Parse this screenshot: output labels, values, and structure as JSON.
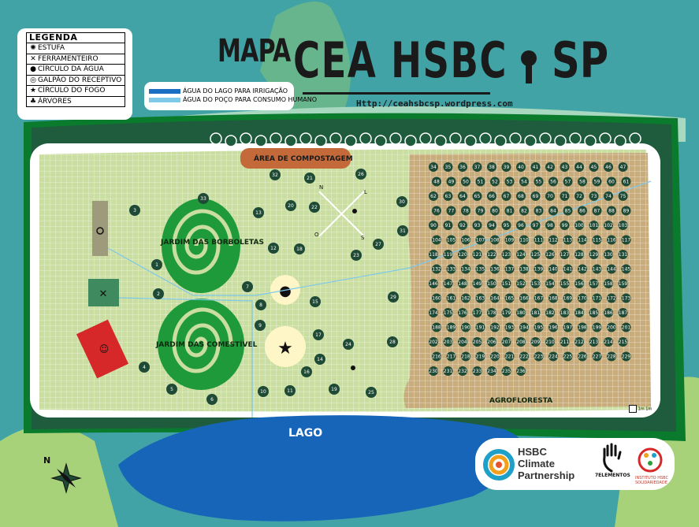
{
  "title": {
    "prefix": "MAPA",
    "main": "CEA HSBC",
    "suffix": "SP"
  },
  "url": "Http://ceahsbcsp.wordpress.com",
  "legend": {
    "title": "LEGENDA",
    "items": [
      {
        "glyph": "✺",
        "label": "ESTUFA"
      },
      {
        "glyph": "✕",
        "label": "FERRAMENTEIRO"
      },
      {
        "glyph": "●",
        "label": "CÍRCULO DA ÁGUA"
      },
      {
        "glyph": "◎",
        "label": "GALPÃO DO RECEPTIVO"
      },
      {
        "glyph": "★",
        "label": "CÍRCULO DO FOGO"
      },
      {
        "glyph": "♣",
        "label": "ÁRVORES"
      }
    ]
  },
  "water_legend": [
    {
      "label": "ÁGUA DO LAGO PARA IRRIGAÇÃO",
      "color": "#1a6fc2"
    },
    {
      "label": "ÁGUA DO POÇO PARA CONSUMO HUMANO",
      "color": "#7ec8ea"
    }
  ],
  "areas": {
    "compost": "ÁREA DE COMPOSTAGEM",
    "butterfly_garden": "JARDIM DAS BORBOLETAS",
    "edible_garden": "JARDIM DAS COMESTÍVEL",
    "agroforest": "AGROFLORESTA",
    "lake": "LAGO"
  },
  "compass": {
    "n": "N",
    "l": "L",
    "s": "S",
    "o": "O"
  },
  "north_label": "N",
  "garden_trees": [
    "1",
    "2",
    "3",
    "4",
    "5",
    "6",
    "7",
    "8",
    "9",
    "10",
    "11",
    "12",
    "13",
    "14",
    "15",
    "16",
    "17",
    "18",
    "19",
    "20",
    "21",
    "22",
    "23",
    "24",
    "25",
    "26",
    "27",
    "28",
    "29",
    "30",
    "31",
    "32",
    "33"
  ],
  "agro_tree_numbers": {
    "first": 34,
    "last": 236
  },
  "partners": {
    "hsbc_climate": [
      "HSBC",
      "Climate",
      "Partnership"
    ],
    "sete_elementos": "7ELEMENTOS",
    "instituto": [
      "INSTITUTO HSBC",
      "SOLIDARIEDADE"
    ]
  },
  "scale_label": "1m\n1m",
  "colors": {
    "sea": "#41a3a6",
    "dark_green": "#1f5c3d",
    "field": "#c9dea0",
    "agro": "#c8ac7c",
    "lake": "#1765b9",
    "tree": "#1f4a35"
  }
}
